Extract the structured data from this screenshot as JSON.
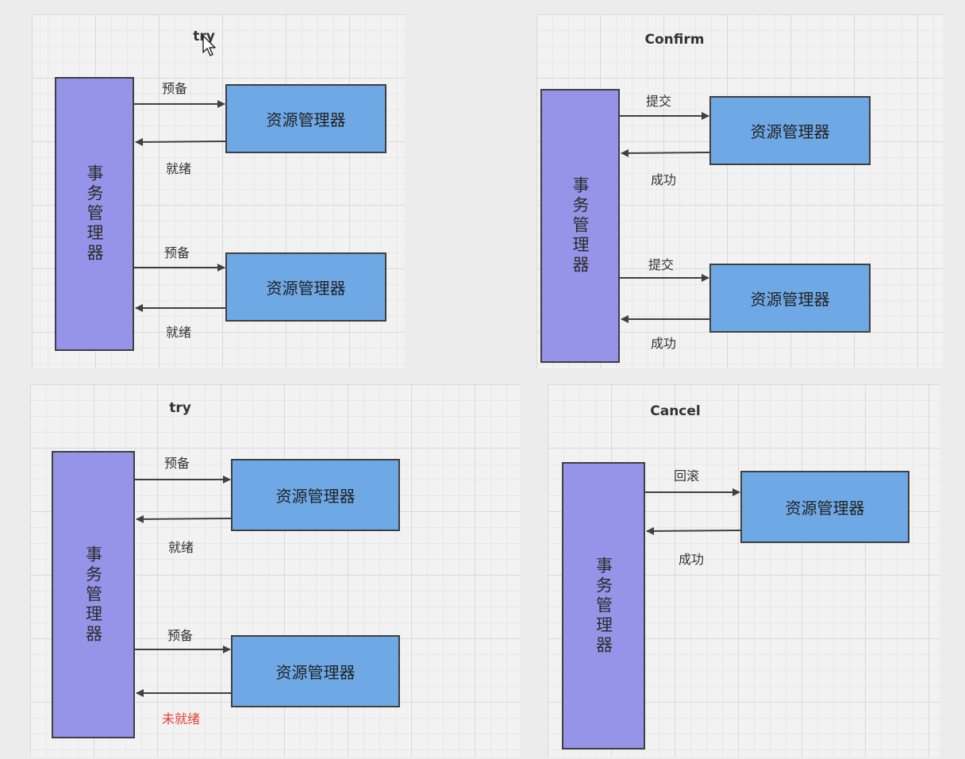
{
  "diagrams": [
    {
      "title": "try",
      "transaction_manager": "事务管理器",
      "resources": [
        {
          "label": "资源管理器",
          "request": "预备",
          "response": "就绪"
        },
        {
          "label": "资源管理器",
          "request": "预备",
          "response": "就绪"
        }
      ]
    },
    {
      "title": "Confirm",
      "transaction_manager": "事务管理器",
      "resources": [
        {
          "label": "资源管理器",
          "request": "提交",
          "response": "成功"
        },
        {
          "label": "资源管理器",
          "request": "提交",
          "response": "成功"
        }
      ]
    },
    {
      "title": "try",
      "transaction_manager": "事务管理器",
      "resources": [
        {
          "label": "资源管理器",
          "request": "预备",
          "response": "就绪"
        },
        {
          "label": "资源管理器",
          "request": "预备",
          "response": "未就绪",
          "response_color": "#e8403a"
        }
      ]
    },
    {
      "title": "Cancel",
      "transaction_manager": "事务管理器",
      "resources": [
        {
          "label": "资源管理器",
          "request": "回滚",
          "response": "成功"
        }
      ]
    }
  ],
  "colors": {
    "transaction_manager_fill": "#9694e8",
    "resource_manager_fill": "#6ea9e6",
    "failure_text": "#e8403a"
  },
  "icons": [
    "mouse-pointer-icon"
  ]
}
